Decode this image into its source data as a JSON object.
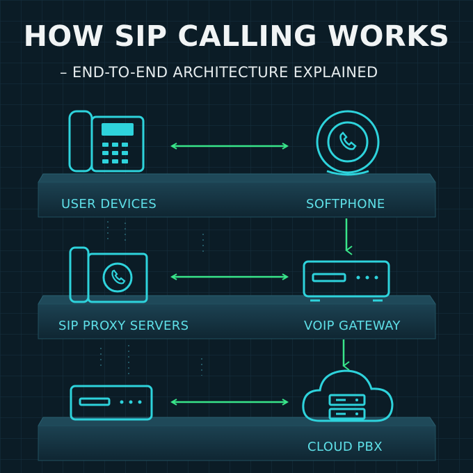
{
  "header": {
    "title": "HOW SIP CALLING WORKS",
    "subtitle": "– END-TO-END ARCHITECTURE EXPLAINED"
  },
  "labels": {
    "user_devices": "USER DEVICES",
    "softphone": "SOFTPHONE",
    "sip_proxy_servers": "SIP PROXY SERVERS",
    "voip_gateway": "VOIP GATEWAY",
    "cloud_pbx": "CLOUD PBX"
  },
  "colors": {
    "background": "#0b1c26",
    "icon_cyan": "#2ed3dc",
    "arrow_green": "#39e68a",
    "label_cyan": "#5fe0e8",
    "platform": "#163443"
  }
}
